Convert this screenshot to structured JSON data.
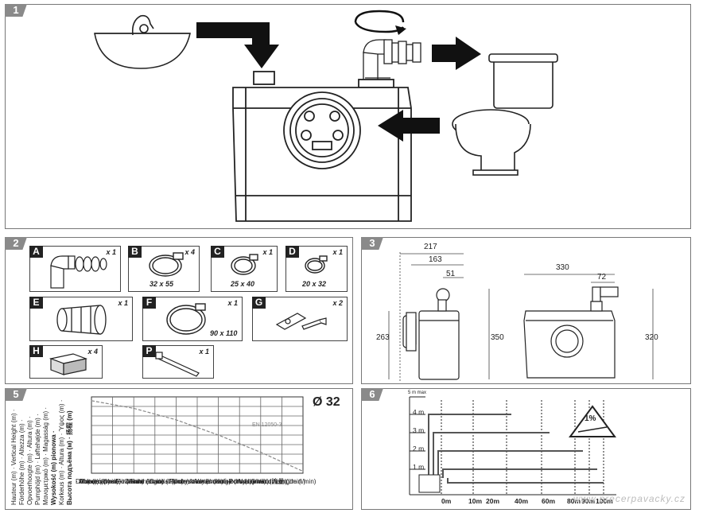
{
  "panels": {
    "p1": "1",
    "p2": "2",
    "p3": "3",
    "p5": "5",
    "p6": "6"
  },
  "parts": [
    {
      "letter": "A",
      "qty": "x 1",
      "size": ""
    },
    {
      "letter": "B",
      "qty": "x 4",
      "size": "32 x 55"
    },
    {
      "letter": "C",
      "qty": "x 1",
      "size": "25 x 40"
    },
    {
      "letter": "D",
      "qty": "x 1",
      "size": "20 x 32"
    },
    {
      "letter": "E",
      "qty": "x 1",
      "size": ""
    },
    {
      "letter": "F",
      "qty": "x 1",
      "size": "90 x 110"
    },
    {
      "letter": "G",
      "qty": "x 2",
      "size": ""
    },
    {
      "letter": "H",
      "qty": "x 4",
      "size": ""
    },
    {
      "letter": "P",
      "qty": "x 1",
      "size": ""
    }
  ],
  "dimensions": {
    "d217": "217",
    "d163": "163",
    "d51": "51",
    "d263": "263",
    "d350": "350",
    "d330": "330",
    "d72": "72",
    "d320": "320"
  },
  "chart": {
    "diameter": "Ø 32",
    "standard": "EN 12050-3",
    "x_legend": [
      "Débit (l/min) · Flow Rate (l/min) · Förderstrom (l/min) · Portata (l/min)",
      "· Afvoercapaciteit (l/min) · Caudal (l/min) · Vattenmängd (l/min) · Vandmængde (l/min)",
      "· Παροχή (l/min) · Vannmengde (l/min) · Atfolyás (l/min) · Wydajność (l/min)",
      "· Virtaus (l/min) · Caudal (l/min) · Пропускная способность (л/мин) · 流量 (l/min.)"
    ],
    "y_legend": [
      "Hauteur (m) · Vertical Height (m) ·",
      "Förderhöhe (m) · Altezza (m) ·",
      "Opvoerhoogte (m) · Altura (m) ·",
      "Pumphöjd (m) · Løftehøjde (m) ·",
      "Μανομετρικό (m) · Magasság (m) ·",
      "Wysokość (m) pionowa ·",
      "Korkeus (m) · Altura (m) · Ύψος (m) ·",
      "Высота подъёма (м) · 扬程 (m)"
    ]
  },
  "chart_data": {
    "type": "line",
    "title": "Ø 32",
    "series": [
      {
        "name": "EN 12050-3",
        "x": [
          0,
          10,
          20,
          30,
          40,
          50,
          60,
          70,
          80,
          90,
          100
        ],
        "y": [
          7.6,
          7.2,
          6.8,
          6.2,
          5.6,
          4.8,
          4.0,
          3.1,
          2.2,
          1.2,
          0.2
        ]
      }
    ],
    "xlim": [
      0,
      100
    ],
    "ylim": [
      0,
      8
    ],
    "grid": true
  },
  "panel6": {
    "heights": [
      "5 m max",
      "4 m",
      "3 m",
      "2 m",
      "1 m"
    ],
    "distances": [
      "0m",
      "10m",
      "20m",
      "40m",
      "60m",
      "80m",
      "90m",
      "100m"
    ],
    "slope": "1%"
  },
  "watermark": "www.precerpavacky.cz"
}
